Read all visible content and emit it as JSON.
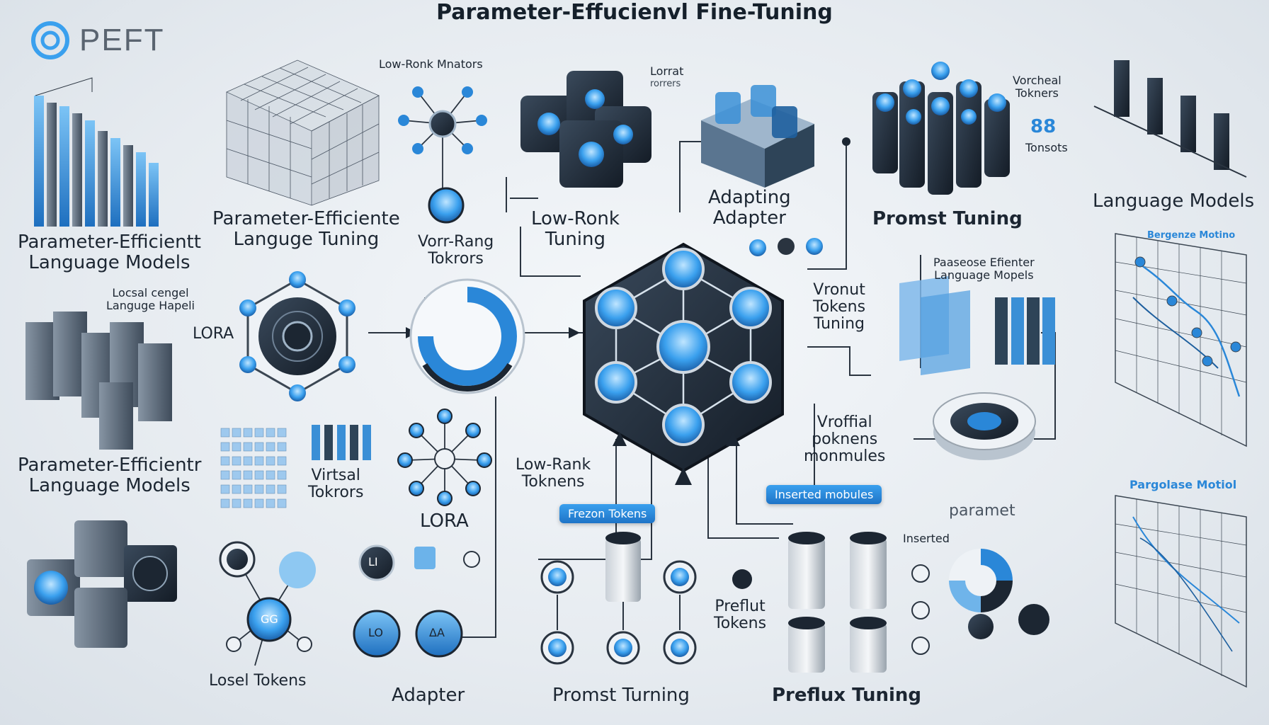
{
  "title": "Parameter-Effucienvl Fine-Tuning",
  "logo": {
    "text": "PEFT"
  },
  "labels": {
    "low_ronk_mnators": "Low-Ronk Mnators",
    "lorrat_top": "Lorrat",
    "lorrat_sub": "rorrers",
    "vorcheal_tokens": "Vorcheal\nTokners",
    "eight_tonsots_num": "88",
    "eight_tonsots_txt": "Tonsots",
    "language_models_right": "Language Models",
    "pe_language_models_1": "Parameter-Efficientt\nLanguage Models",
    "pe_language_tuning": "Parameter-Efficiente\nLanguge Tuning",
    "low_ronk_tuning": "Low-Ronk\nTuning",
    "vorr_rang": "Vorr-Rang\nTokrors",
    "adapting_adapter": "Adapting\nAdapter",
    "promst_tuning_top": "Promst Tuning",
    "locsal_language": "Locsal cengel\nLanguge Hapeli",
    "lora_left": "LORA",
    "vronut_tokens": "Vronut\nTokens\nTuning",
    "pe_language_mopels": "Paaseose Efienter\nLanguage Mopels",
    "pe_language_models_2": "Parameter-Efficientr\nLanguage Models",
    "virtsal_toknors": "Virtsal\nTokrors",
    "lora_mid": "LORA",
    "low_rank_toknens": "Low-Rank\nToknens",
    "vroffial_poknens": "Vroffial\npoknens\nmonmules",
    "inserted_modules_pill": "Inserted mobules",
    "parameter_right": "paramet",
    "frozen_tokens_pill": "Frezon Tokens",
    "preflut_tokens": "Preflut\nTokens",
    "inserted_small": "Inserted",
    "loosel_tokens": "Losel Tokens",
    "adapter_bottom": "Adapter",
    "promst_tuning_bottom": "Promst Turning",
    "preflux_tuning": "Preflux Tuning",
    "bergenze_motion": "Bergenze Motino",
    "pargolase_motiol": "Pargolase Motiol",
    "node_labels": [
      "LI",
      "LO",
      "ΔA",
      "GG"
    ]
  },
  "colors": {
    "accent": "#2a87d8",
    "dark": "#1c2632",
    "bg": "#e6ebf0"
  },
  "icons": [
    "peft-logo-icon",
    "neural-hub-icon",
    "circular-dial-icon",
    "wireframe-cube-icon",
    "token-cylinder-icon",
    "bar-chart-icon",
    "line-plot-icon"
  ]
}
